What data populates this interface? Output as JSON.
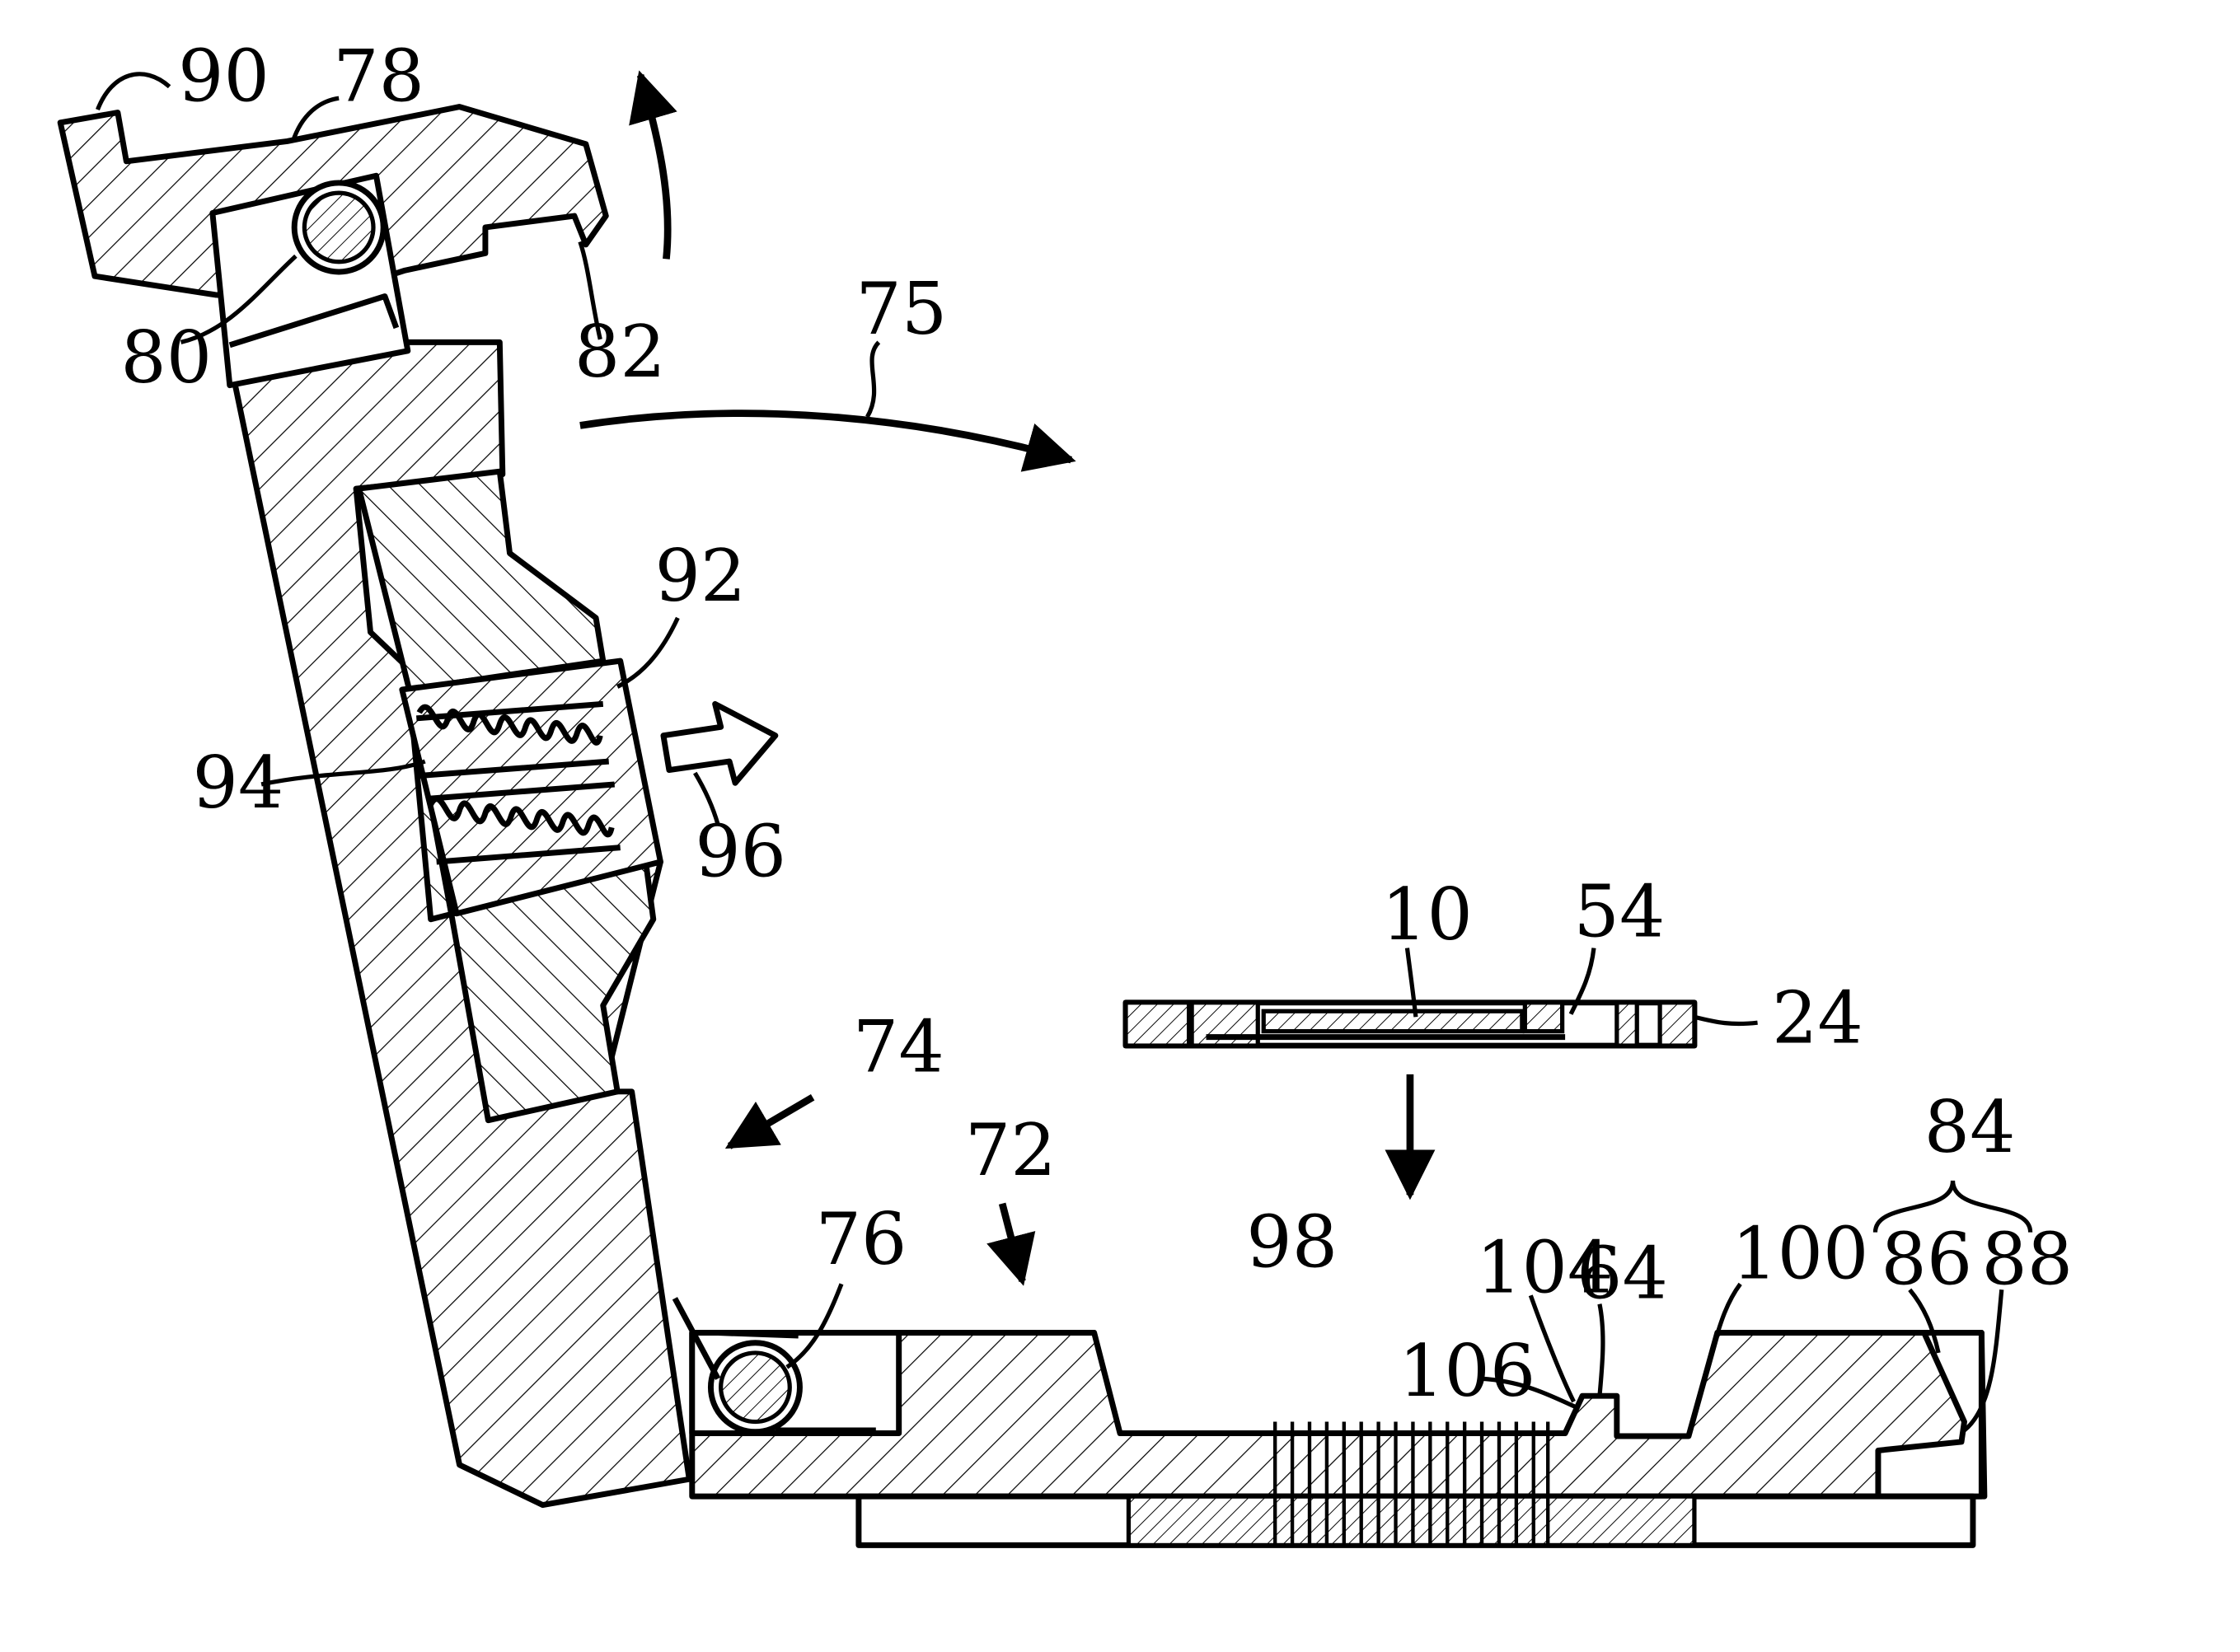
{
  "labels": {
    "l90": "90",
    "l78": "78",
    "l80": "80",
    "l82": "82",
    "l75": "75",
    "l92": "92",
    "l94": "94",
    "l96": "96",
    "l10": "10",
    "l54": "54",
    "l24": "24",
    "l74": "74",
    "l72": "72",
    "l84": "84",
    "l76": "76",
    "l98": "98",
    "l104": "104",
    "l64": "64",
    "l100": "100",
    "l86": "86",
    "l88": "88",
    "l106": "106"
  },
  "colors": {
    "ink": "#000000",
    "paper": "#ffffff"
  }
}
